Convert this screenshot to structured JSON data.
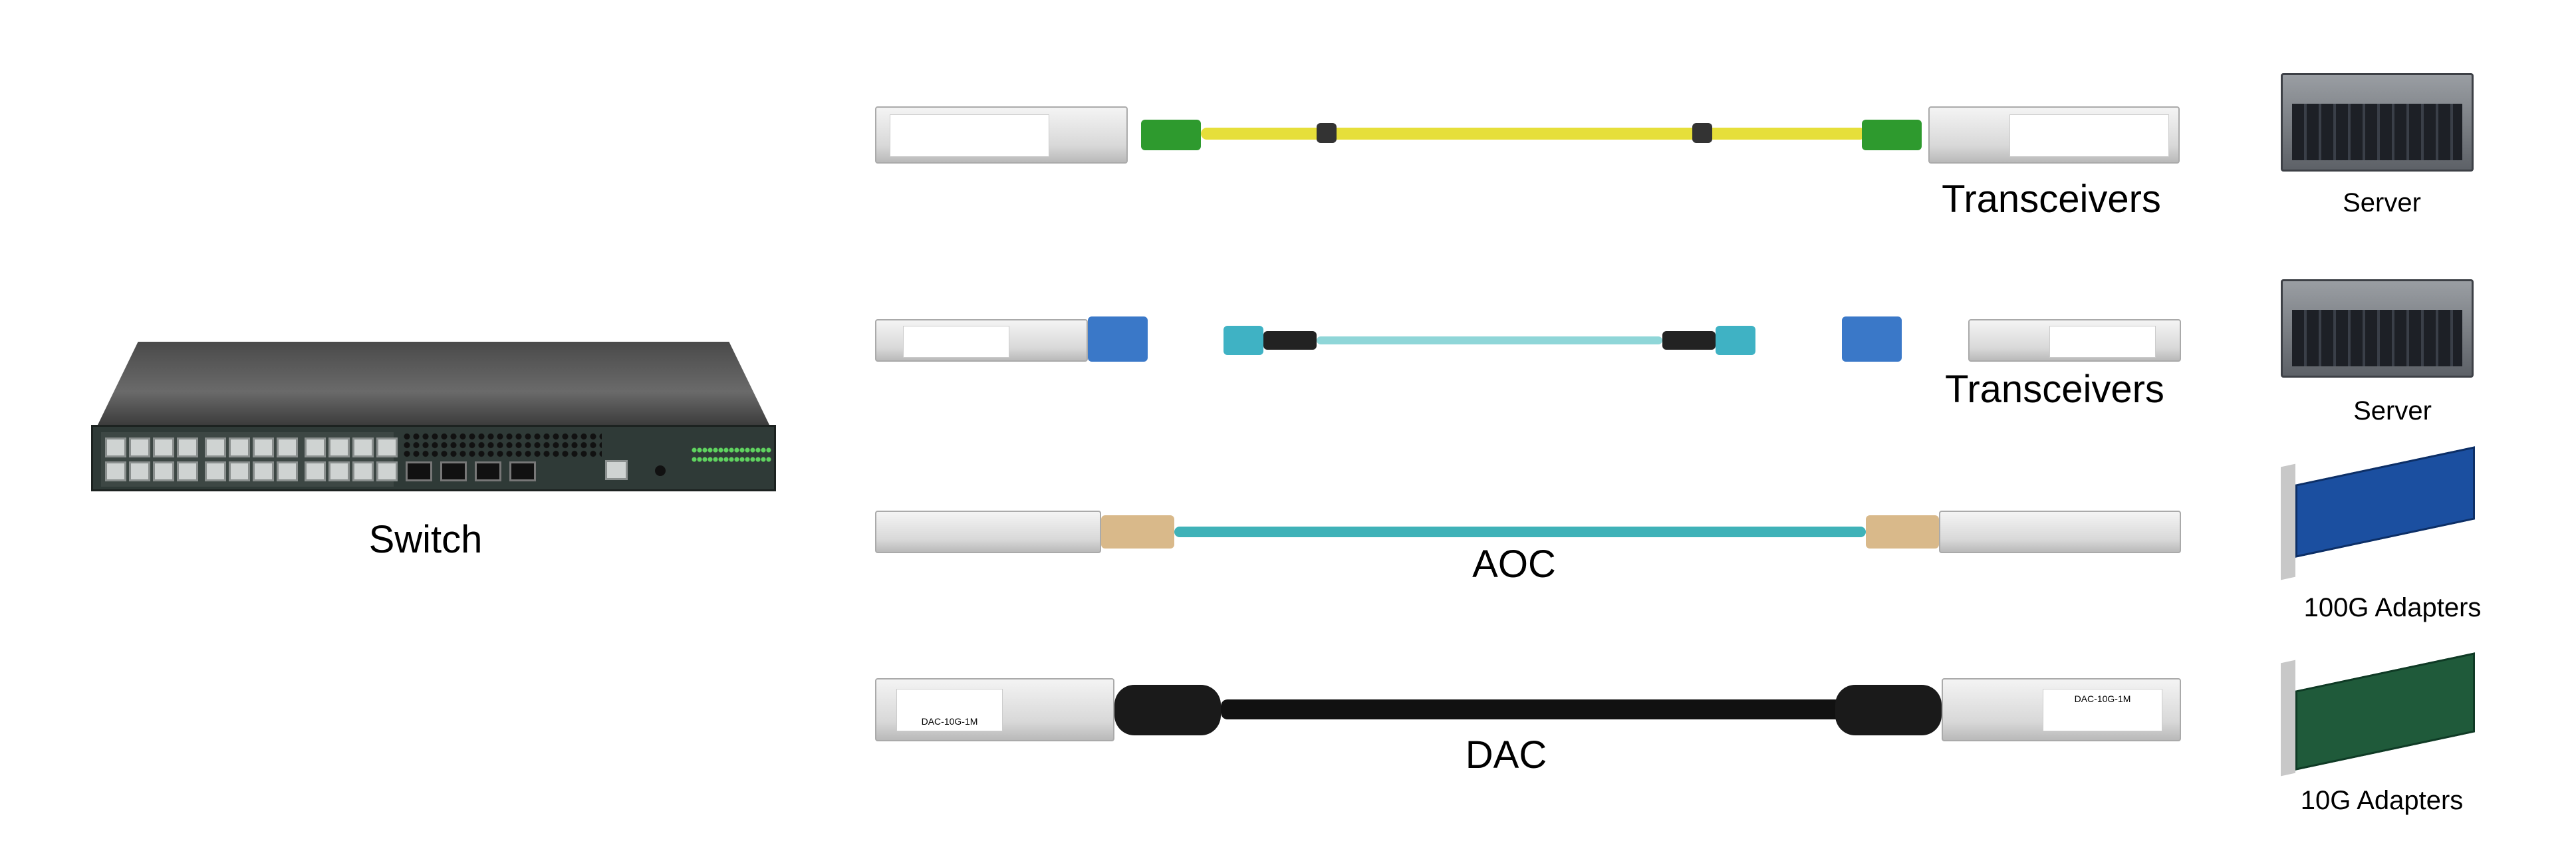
{
  "switch": {
    "label": "Switch"
  },
  "links": [
    {
      "label": "Transceivers",
      "cable_color": "#e6df3a",
      "connector_color": "#2e9a2e"
    },
    {
      "label": "Transceivers",
      "cable_color": "#8fd6d8",
      "connector_color": "#3fb2c4"
    },
    {
      "label": "AOC",
      "cable_color": "#3fb2b8"
    },
    {
      "label": "DAC",
      "cable_color": "#111111"
    }
  ],
  "devices": [
    {
      "label": "Server"
    },
    {
      "label": "Server"
    },
    {
      "label": "100G Adapters"
    },
    {
      "label": "10G Adapters"
    }
  ],
  "module_labels": {
    "dac_left": "DAC-10G-1M",
    "dac_right": "DAC-10G-1M"
  }
}
